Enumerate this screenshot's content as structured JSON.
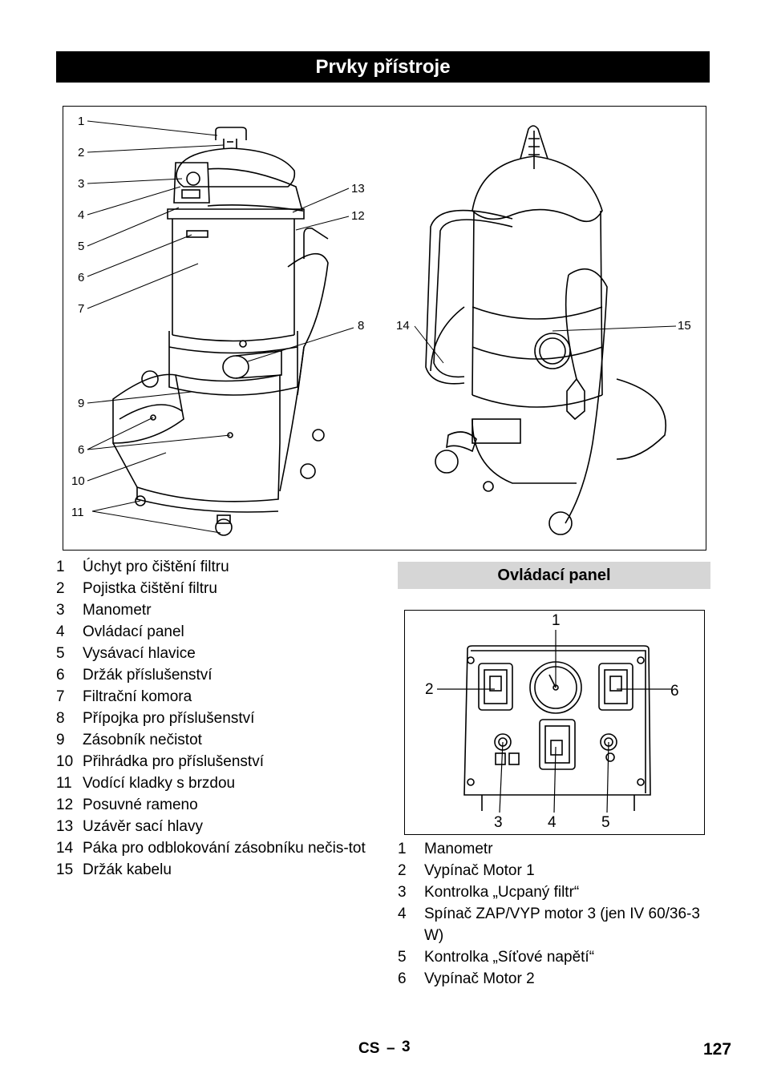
{
  "page": {
    "title": "Prvky přístroje",
    "figure_callouts": [
      "1",
      "2",
      "3",
      "4",
      "5",
      "6",
      "7",
      "8",
      "9",
      "6",
      "10",
      "11",
      "13",
      "12",
      "14",
      "15"
    ],
    "legend": [
      {
        "num": "1",
        "text": "Úchyt pro čištění filtru"
      },
      {
        "num": "2",
        "text": "Pojistka čištění filtru"
      },
      {
        "num": "3",
        "text": "Manometr"
      },
      {
        "num": "4",
        "text": "Ovládací panel"
      },
      {
        "num": "5",
        "text": "Vysávací hlavice"
      },
      {
        "num": "6",
        "text": "Držák příslušenství"
      },
      {
        "num": "7",
        "text": "Filtrační komora"
      },
      {
        "num": "8",
        "text": "Přípojka pro příslušenství"
      },
      {
        "num": "9",
        "text": "Zásobník nečistot"
      },
      {
        "num": "10",
        "text": "Přihrádka pro příslušenství"
      },
      {
        "num": "11",
        "text": "Vodící kladky s brzdou"
      },
      {
        "num": "12",
        "text": "Posuvné rameno"
      },
      {
        "num": "13",
        "text": "Uzávěr sací hlavy"
      },
      {
        "num": "14",
        "text": "Páka pro odblokování zásobníku nečis-tot"
      },
      {
        "num": "15",
        "text": "Držák kabelu"
      }
    ],
    "panel_section": {
      "heading": "Ovládací panel",
      "callouts": [
        "1",
        "2",
        "6",
        "3",
        "4",
        "5"
      ],
      "legend": [
        {
          "num": "1",
          "text": "Manometr"
        },
        {
          "num": "2",
          "text": "Vypínač Motor 1"
        },
        {
          "num": "3",
          "text": "Kontrolka „Ucpaný filtr“"
        },
        {
          "num": "4",
          "text": "Spínač ZAP/VYP motor 3 (jen IV 60/36-3 W)"
        },
        {
          "num": "5",
          "text": "Kontrolka „Síťové napětí“"
        },
        {
          "num": "6",
          "text": "Vypínač Motor 2"
        }
      ]
    },
    "footer": {
      "lang": "CS",
      "dash": "–",
      "page_local": "3",
      "page_number": "127"
    }
  }
}
